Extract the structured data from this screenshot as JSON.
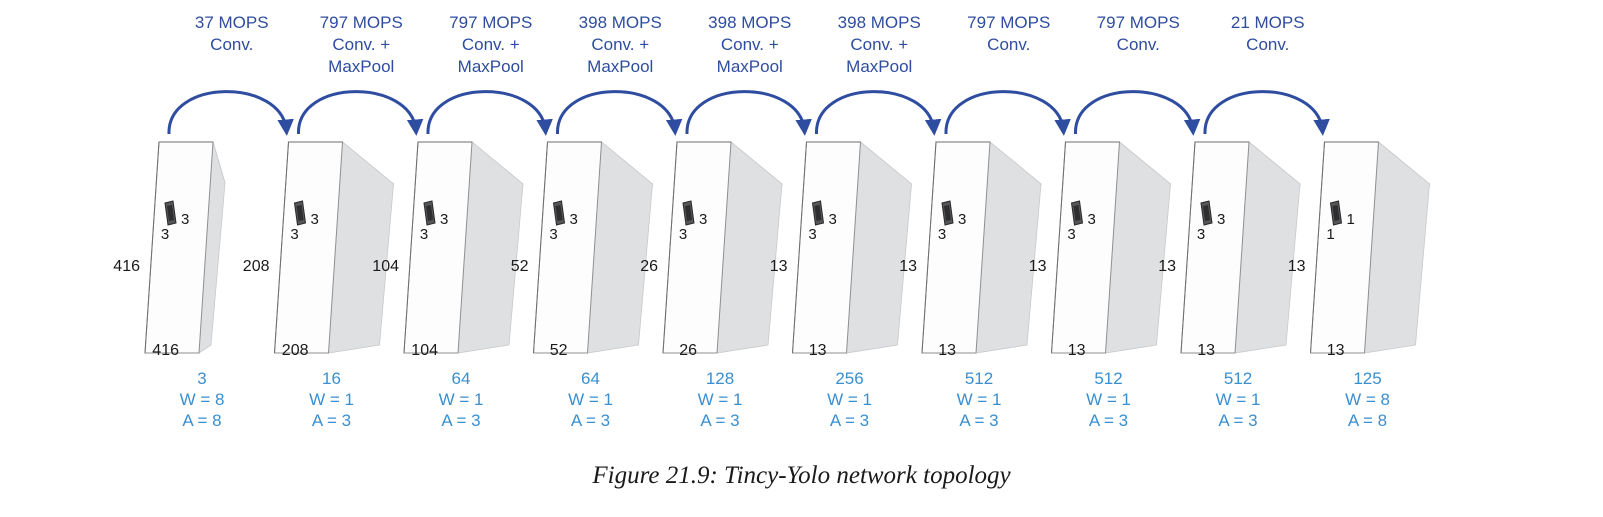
{
  "caption": "Figure 21.9:  Tincy-Yolo network topology",
  "colors": {
    "arrow": "#2f4da0",
    "op_text": "#2f4da0",
    "bottom_text": "#3a8fd0"
  },
  "layers": [
    {
      "height": "416",
      "width": "416",
      "kernel_a": "3",
      "kernel_b": "3",
      "channels": "3",
      "w": "W = 8",
      "a": "A = 8"
    },
    {
      "height": "208",
      "width": "208",
      "kernel_a": "3",
      "kernel_b": "3",
      "channels": "16",
      "w": "W = 1",
      "a": "A = 3"
    },
    {
      "height": "104",
      "width": "104",
      "kernel_a": "3",
      "kernel_b": "3",
      "channels": "64",
      "w": "W = 1",
      "a": "A = 3"
    },
    {
      "height": "52",
      "width": "52",
      "kernel_a": "3",
      "kernel_b": "3",
      "channels": "64",
      "w": "W = 1",
      "a": "A = 3"
    },
    {
      "height": "26",
      "width": "26",
      "kernel_a": "3",
      "kernel_b": "3",
      "channels": "128",
      "w": "W = 1",
      "a": "A = 3"
    },
    {
      "height": "13",
      "width": "13",
      "kernel_a": "3",
      "kernel_b": "3",
      "channels": "256",
      "w": "W = 1",
      "a": "A = 3"
    },
    {
      "height": "13",
      "width": "13",
      "kernel_a": "3",
      "kernel_b": "3",
      "channels": "512",
      "w": "W = 1",
      "a": "A = 3"
    },
    {
      "height": "13",
      "width": "13",
      "kernel_a": "3",
      "kernel_b": "3",
      "channels": "512",
      "w": "W = 1",
      "a": "A = 3"
    },
    {
      "height": "13",
      "width": "13",
      "kernel_a": "3",
      "kernel_b": "3",
      "channels": "512",
      "w": "W = 1",
      "a": "A = 3"
    },
    {
      "height": "13",
      "width": "13",
      "kernel_a": "1",
      "kernel_b": "1",
      "channels": "125",
      "w": "W = 8",
      "a": "A = 8"
    }
  ],
  "operations": [
    {
      "lines": [
        "37 MOPS",
        "Conv."
      ]
    },
    {
      "lines": [
        "797 MOPS",
        "Conv. +",
        "MaxPool"
      ]
    },
    {
      "lines": [
        "797 MOPS",
        "Conv. +",
        "MaxPool"
      ]
    },
    {
      "lines": [
        "398 MOPS",
        "Conv. +",
        "MaxPool"
      ]
    },
    {
      "lines": [
        "398 MOPS",
        "Conv. +",
        "MaxPool"
      ]
    },
    {
      "lines": [
        "398 MOPS",
        "Conv. +",
        "MaxPool"
      ]
    },
    {
      "lines": [
        "797 MOPS",
        "Conv."
      ]
    },
    {
      "lines": [
        "797 MOPS",
        "Conv."
      ]
    },
    {
      "lines": [
        "21 MOPS",
        "Conv."
      ]
    }
  ]
}
